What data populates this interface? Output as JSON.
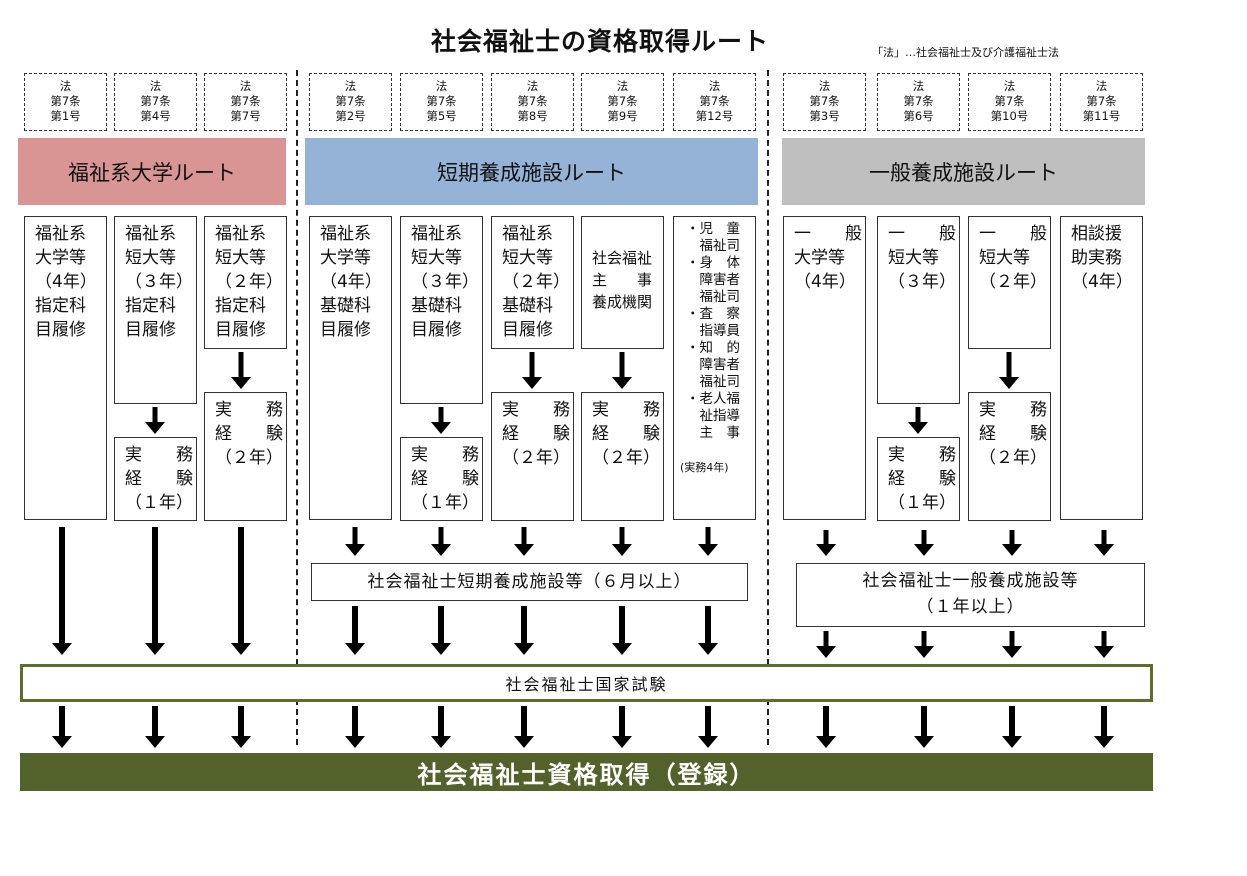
{
  "title": "社会福祉士の資格取得ルート",
  "legend_note": "「法」…社会福祉士及び介護福祉士法",
  "law_refs": [
    {
      "line1": "法",
      "line2": "第7条",
      "line3": "第1号"
    },
    {
      "line1": "法",
      "line2": "第7条",
      "line3": "第4号"
    },
    {
      "line1": "法",
      "line2": "第7条",
      "line3": "第7号"
    },
    {
      "line1": "法",
      "line2": "第7条",
      "line3": "第2号"
    },
    {
      "line1": "法",
      "line2": "第7条",
      "line3": "第5号"
    },
    {
      "line1": "法",
      "line2": "第7条",
      "line3": "第8号"
    },
    {
      "line1": "法",
      "line2": "第7条",
      "line3": "第9号"
    },
    {
      "line1": "法",
      "line2": "第7条",
      "line3": "第12号"
    },
    {
      "line1": "法",
      "line2": "第7条",
      "line3": "第3号"
    },
    {
      "line1": "法",
      "line2": "第7条",
      "line3": "第6号"
    },
    {
      "line1": "法",
      "line2": "第7条",
      "line3": "第10号"
    },
    {
      "line1": "法",
      "line2": "第7条",
      "line3": "第11号"
    }
  ],
  "routes": [
    {
      "label": "福祉系大学ルート",
      "color": "#d99594"
    },
    {
      "label": "短期養成施設ルート",
      "color": "#95b3d7"
    },
    {
      "label": "一般養成施設ルート",
      "color": "#bfbfbf"
    }
  ],
  "education": [
    [
      "福祉系",
      "大学等",
      "（4年）",
      "指定科",
      "目履修"
    ],
    [
      "福祉系",
      "短大等",
      "（３年）",
      "指定科",
      "目履修"
    ],
    [
      "福祉系",
      "短大等",
      "（２年）",
      "指定科",
      "目履修"
    ],
    [
      "福祉系",
      "大学等",
      "（4年）",
      "基礎科",
      "目履修"
    ],
    [
      "福祉系",
      "短大等",
      "（３年）",
      "基礎科",
      "目履修"
    ],
    [
      "福祉系",
      "短大等",
      "（２年）",
      "基礎科",
      "目履修"
    ],
    [
      "社会福祉",
      "主　　事",
      "養成機関"
    ],
    [
      "・児　童",
      "　福祉司",
      "・身　体",
      "　障害者",
      "　福祉司",
      "・査　察",
      "　指導員",
      "・知　的",
      "　障害者",
      "　福祉司",
      "・老人福",
      "　祉指導",
      "　主　事",
      "",
      "(実務4年)"
    ],
    [
      "一　　般",
      "大学等",
      "（4年）"
    ],
    [
      "一　　般",
      "短大等",
      "（３年）"
    ],
    [
      "一　　般",
      "短大等",
      "（２年）"
    ],
    [
      "相談援",
      "助実務",
      "（4年）"
    ]
  ],
  "experience": {
    "one_year": [
      "実　　務",
      "経　　験",
      "（１年）"
    ],
    "two_year": [
      "実　　務",
      "経　　験",
      "（２年）"
    ]
  },
  "short_course": "社会福祉士短期養成施設等（６月以上）",
  "general_course": {
    "line1": "社会福祉士一般養成施設等",
    "line2": "（１年以上）"
  },
  "exam": "社会福祉士国家試験",
  "final": "社会福祉士資格取得（登録）",
  "colors": {
    "exam_border": "#5b6e2e",
    "final_bg": "#52622a"
  }
}
